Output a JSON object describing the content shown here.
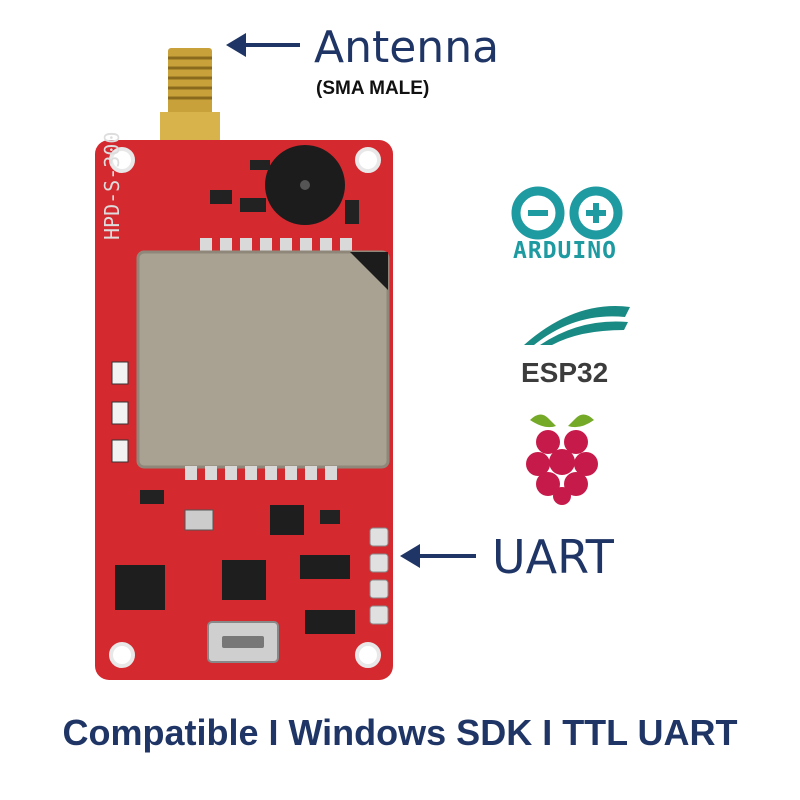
{
  "callouts": {
    "antenna": "Antenna",
    "antenna_sub": "(SMA MALE)",
    "uart": "UART"
  },
  "board": {
    "model": "HPD-S-300"
  },
  "logos": {
    "arduino": "ARDUINO",
    "esp32": "ESP32",
    "raspberry_pi": "raspberry-pi-logo"
  },
  "footer": "Compatible I Windows SDK I TTL UART",
  "colors": {
    "pcb": "#d42a2f",
    "shield": "#a9a293",
    "navy": "#1f3565",
    "arduino_teal": "#1e9aa1",
    "raspberry": "#c51a4a"
  }
}
